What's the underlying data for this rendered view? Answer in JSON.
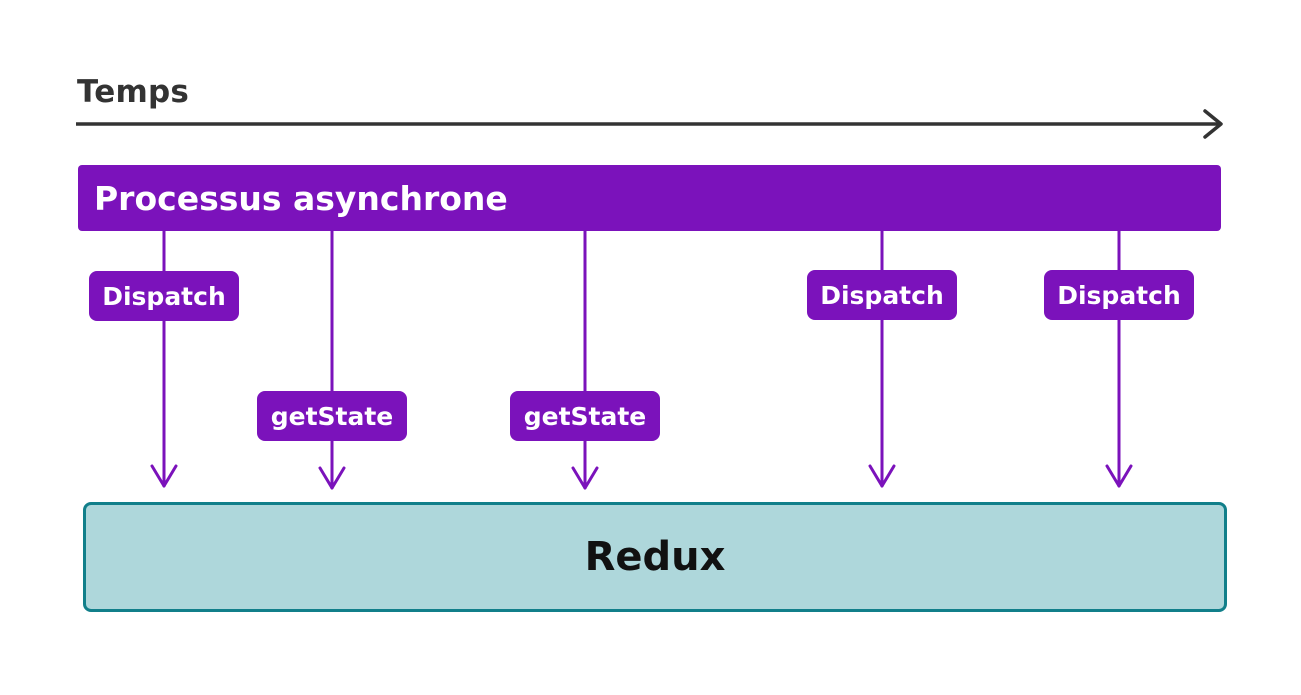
{
  "timeline": {
    "label": "Temps",
    "color": "#333333"
  },
  "process": {
    "title": "Processus asynchrone",
    "color": "#7b12bb"
  },
  "actions": [
    {
      "id": "a1",
      "label": "Dispatch"
    },
    {
      "id": "a2",
      "label": "getState"
    },
    {
      "id": "a3",
      "label": "getState"
    },
    {
      "id": "a4",
      "label": "Dispatch"
    },
    {
      "id": "a5",
      "label": "Dispatch"
    }
  ],
  "store": {
    "title": "Redux",
    "fill": "#aed7db",
    "border": "#117f8a"
  }
}
